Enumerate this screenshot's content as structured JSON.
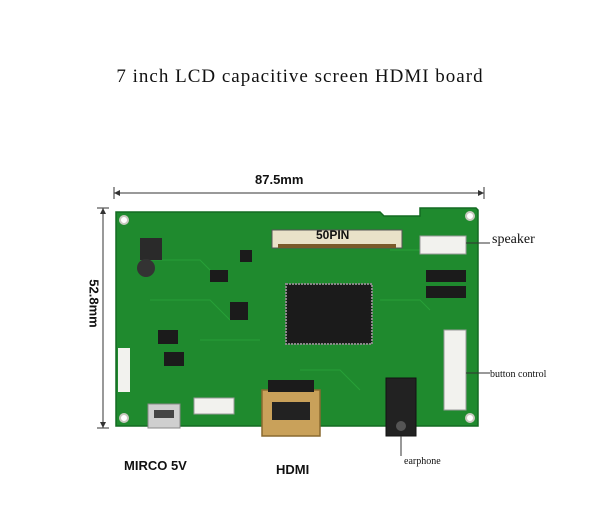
{
  "title": "7 inch LCD capacitive screen HDMI board",
  "dimensions": {
    "width": "87.5mm",
    "height": "52.8mm"
  },
  "connectors": {
    "pin50": "50PIN",
    "speaker": "speaker",
    "button_control": "button control",
    "earphone": "earphone",
    "hdmi": "HDMI",
    "micro_usb": "MIRCO 5V"
  },
  "colors": {
    "pcb": "#1f8a2e",
    "chip": "#1b1b1b",
    "hdmi_metal": "#c9a15a",
    "connector_white": "#f2f2ee"
  }
}
